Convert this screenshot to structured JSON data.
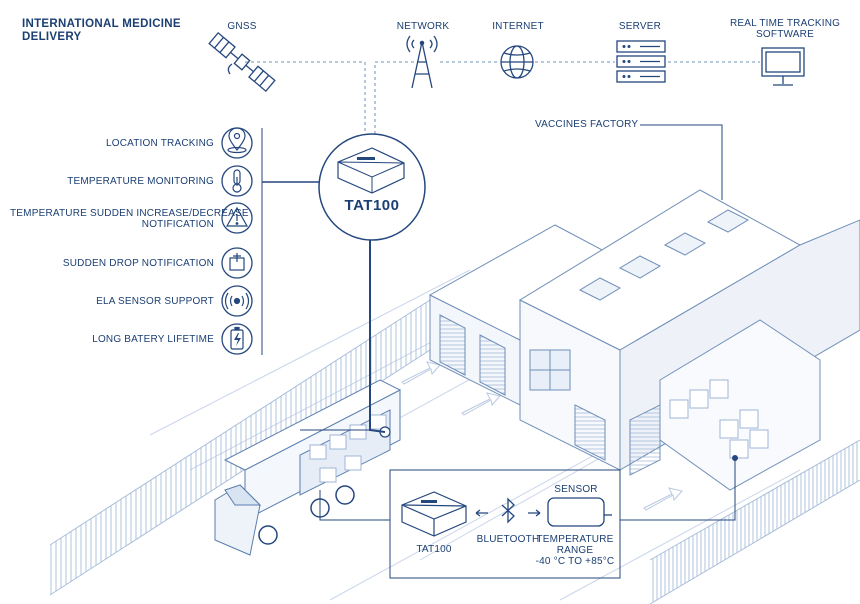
{
  "page_title": [
    "INTERNATIONAL MEDICINE",
    "DELIVERY"
  ],
  "top_nodes": {
    "gnss": "GNSS",
    "network": "NETWORK",
    "internet": "INTERNET",
    "server": "SERVER",
    "tracking": [
      "REAL TIME TRACKING",
      "SOFTWARE"
    ]
  },
  "features": [
    {
      "lines": [
        "LOCATION TRACKING"
      ],
      "icon": "location-icon"
    },
    {
      "lines": [
        "TEMPERATURE MONITORING"
      ],
      "icon": "thermometer-icon"
    },
    {
      "lines": [
        "TEMPERATURE SUDDEN INCREASE/DECREASE",
        "NOTIFICATION"
      ],
      "icon": "warning-icon"
    },
    {
      "lines": [
        "SUDDEN DROP NOTIFICATION"
      ],
      "icon": "drop-box-icon"
    },
    {
      "lines": [
        "ELA SENSOR SUPPORT"
      ],
      "icon": "wireless-signal-icon"
    },
    {
      "lines": [
        "LONG BATERY LIFETIME"
      ],
      "icon": "battery-icon"
    }
  ],
  "device_label": "TAT100",
  "factory_label": "VACCINES FACTORY",
  "sensor_box": {
    "device": "TAT100",
    "link": "BLUETOOTH",
    "sensor": "SENSOR",
    "range_lines": [
      "TEMPERATURE",
      "RANGE"
    ],
    "range_value": "-40 °C TO +85°C"
  },
  "colors": {
    "ink": "#1b3f73",
    "line": "#6f8fb8",
    "light": "#c9d6ea",
    "accent": "#24477e"
  }
}
